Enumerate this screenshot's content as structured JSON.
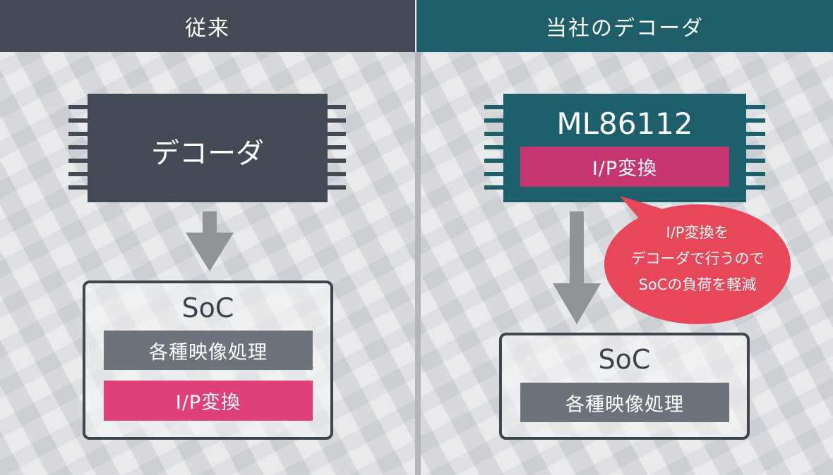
{
  "headers": {
    "conventional": "従来",
    "ours": "当社のデコーダ"
  },
  "left": {
    "chip_label": "デコーダ",
    "soc_label": "SoC",
    "soc_blocks": [
      "各種映像処理",
      "I/P変換"
    ]
  },
  "right": {
    "chip_label": "ML86112",
    "chip_block": "I/P変換",
    "callout": [
      "I/P変換を",
      "デコーダで行うので",
      "SoCの負荷を軽減"
    ],
    "soc_label": "SoC",
    "soc_blocks": [
      "各種映像処理"
    ]
  },
  "colors": {
    "dark": "#424a55",
    "teal": "#1d5f6b",
    "pink": "#e0407a",
    "magenta": "#c7356f",
    "callout": "#e8475a",
    "gray_block": "#6c737b",
    "arrow": "#8f9499"
  }
}
